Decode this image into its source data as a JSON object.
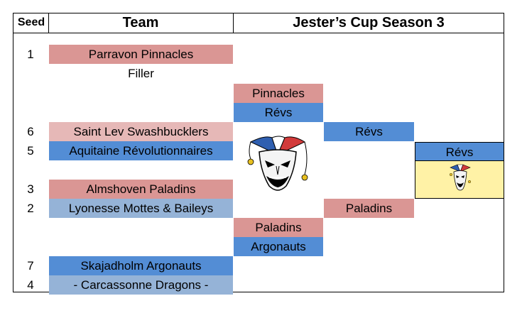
{
  "header": {
    "seed_label": "Seed",
    "team_label": "Team",
    "title": "Jester’s Cup Season 3"
  },
  "round1": [
    {
      "seed": "1",
      "team": "Parravon Pinnacles"
    },
    {
      "seed": "",
      "team": "Filler"
    },
    {
      "seed": "6",
      "team": "Saint Lev Swashbucklers"
    },
    {
      "seed": "5",
      "team": "Aquitaine Révolutionnaires"
    },
    {
      "seed": "3",
      "team": "Almshoven Paladins"
    },
    {
      "seed": "2",
      "team": "Lyonesse Mottes & Baileys"
    },
    {
      "seed": "7",
      "team": "Skajadholm Argonauts"
    },
    {
      "seed": "4",
      "team": "- Carcassonne Dragons -"
    }
  ],
  "round2": [
    "Pinnacles",
    "Révs",
    "Paladins",
    "Argonauts"
  ],
  "round3": [
    "Révs",
    "Paladins"
  ],
  "champion": "Révs",
  "icons": {
    "logo": "jester-mask-logo",
    "champion_logo": "jester-mask-logo-small"
  },
  "colors": {
    "red": "#da9694",
    "red_light": "#e6b8b7",
    "blue": "#538dd5",
    "blue_light": "#95b3d7",
    "champion_bg": "#fff2a6"
  }
}
